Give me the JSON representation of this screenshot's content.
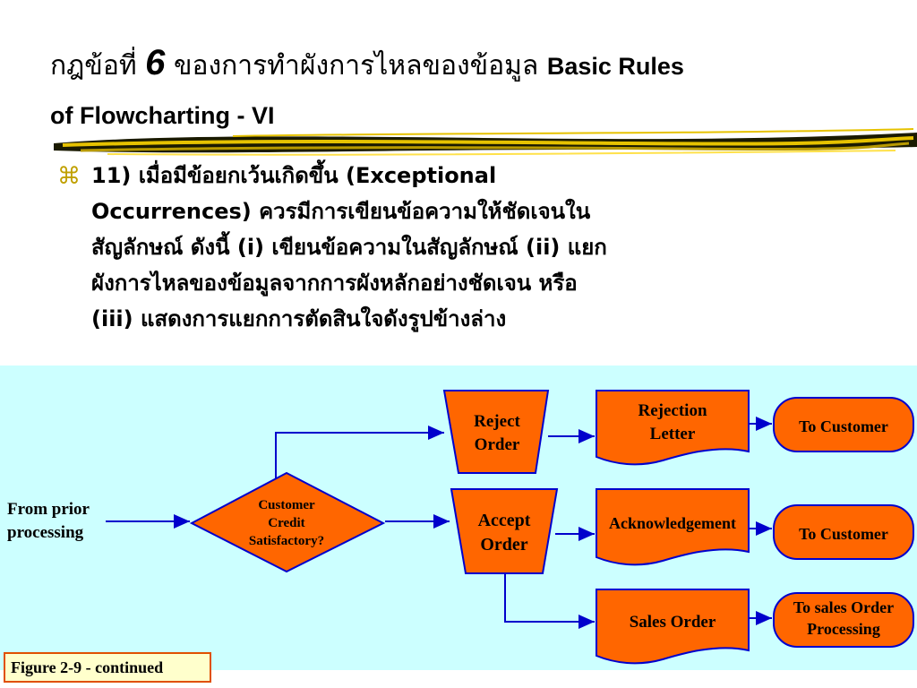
{
  "slide": {
    "title_thai_1": "กฎข้อที่ ",
    "title_num": "6",
    "title_thai_2": " ของการทำผังการไหลของข้อมูล ",
    "title_eng_1": "Basic Rules",
    "title_eng_2": "of Flowcharting - VI",
    "bullet_symbol": "⌘",
    "body_lines": [
      "11) เมื่อมีข้อยกเว้นเกิดขึ้น (Exceptional",
      "Occurrences) ควรมีการเขียนข้อความให้ชัดเจนใน",
      "สัญลักษณ์ ดังนี้ (i) เขียนข้อความในสัญลักษณ์ (ii) แยก",
      "ผังการไหลของข้อมูลจากการผังหลักอย่างชัดเจน หรือ",
      "(iii) แสดงการแยกการตัดสินใจดังรูปข้างล่าง"
    ]
  },
  "diagram": {
    "background": "#ccffff",
    "shape_fill": "#ff6600",
    "line_color": "#0000cc",
    "from_prior": [
      "From prior",
      "processing"
    ],
    "decision": [
      "Customer",
      "Credit",
      "Satisfactory?"
    ],
    "reject_order": [
      "Reject",
      "Order"
    ],
    "accept_order": [
      "Accept",
      "Order"
    ],
    "rejection_letter": [
      "Rejection",
      "Letter"
    ],
    "acknowledgement": "Acknowledgement",
    "sales_order": "Sales Order",
    "to_customer_1": "To Customer",
    "to_customer_2": "To Customer",
    "to_sales_order": [
      "To sales Order",
      "Processing"
    ],
    "caption": "Figure 2-9 - continued"
  }
}
